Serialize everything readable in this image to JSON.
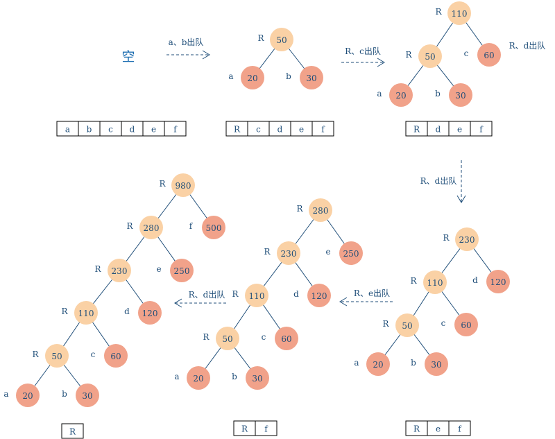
{
  "colors": {
    "internal_node": "#fad1a5",
    "leaf_node": "#f1a28a",
    "edge": "#1f4e79",
    "text": "#1f4e79",
    "empty_text": "#1f6fb2",
    "queue_border": "#000000"
  },
  "empty_label": "空",
  "trees": [
    {
      "id": "t1",
      "nodes": [
        {
          "id": "n1",
          "value": "50",
          "label": "R",
          "kind": "internal"
        },
        {
          "id": "n2",
          "value": "20",
          "label": "a",
          "kind": "leaf",
          "parent": "n1"
        },
        {
          "id": "n3",
          "value": "30",
          "label": "b",
          "kind": "leaf",
          "parent": "n1"
        }
      ],
      "queue": [
        "R",
        "c",
        "d",
        "e",
        "f"
      ]
    },
    {
      "id": "t2",
      "nodes": [
        {
          "id": "n1",
          "value": "110",
          "label": "R",
          "kind": "internal"
        },
        {
          "id": "n2",
          "value": "50",
          "label": "R",
          "kind": "internal",
          "parent": "n1"
        },
        {
          "id": "n3",
          "value": "60",
          "label": "c",
          "kind": "leaf",
          "parent": "n1"
        },
        {
          "id": "n4",
          "value": "20",
          "label": "a",
          "kind": "leaf",
          "parent": "n2"
        },
        {
          "id": "n5",
          "value": "30",
          "label": "b",
          "kind": "leaf",
          "parent": "n2"
        }
      ],
      "queue": [
        "R",
        "d",
        "e",
        "f"
      ]
    },
    {
      "id": "t3",
      "nodes": [
        {
          "id": "n1",
          "value": "230",
          "label": "R",
          "kind": "internal"
        },
        {
          "id": "n2",
          "value": "110",
          "label": "R",
          "kind": "internal",
          "parent": "n1"
        },
        {
          "id": "n3",
          "value": "120",
          "label": "d",
          "kind": "leaf",
          "parent": "n1"
        },
        {
          "id": "n4",
          "value": "50",
          "label": "R",
          "kind": "internal",
          "parent": "n2"
        },
        {
          "id": "n5",
          "value": "60",
          "label": "c",
          "kind": "leaf",
          "parent": "n2"
        },
        {
          "id": "n6",
          "value": "20",
          "label": "a",
          "kind": "leaf",
          "parent": "n4"
        },
        {
          "id": "n7",
          "value": "30",
          "label": "b",
          "kind": "leaf",
          "parent": "n4"
        }
      ],
      "queue": [
        "R",
        "e",
        "f"
      ]
    },
    {
      "id": "t4",
      "nodes": [
        {
          "id": "n1",
          "value": "280",
          "label": "R",
          "kind": "internal"
        },
        {
          "id": "n2",
          "value": "230",
          "label": "R",
          "kind": "internal",
          "parent": "n1"
        },
        {
          "id": "n3",
          "value": "250",
          "label": "e",
          "kind": "leaf",
          "parent": "n1"
        },
        {
          "id": "n4",
          "value": "110",
          "label": "R",
          "kind": "internal",
          "parent": "n2"
        },
        {
          "id": "n5",
          "value": "120",
          "label": "d",
          "kind": "leaf",
          "parent": "n2"
        },
        {
          "id": "n6",
          "value": "50",
          "label": "R",
          "kind": "internal",
          "parent": "n4"
        },
        {
          "id": "n7",
          "value": "60",
          "label": "c",
          "kind": "leaf",
          "parent": "n4"
        },
        {
          "id": "n8",
          "value": "20",
          "label": "a",
          "kind": "leaf",
          "parent": "n6"
        },
        {
          "id": "n9",
          "value": "30",
          "label": "b",
          "kind": "leaf",
          "parent": "n6"
        }
      ],
      "queue": [
        "R",
        "f"
      ]
    },
    {
      "id": "t5",
      "nodes": [
        {
          "id": "n1",
          "value": "980",
          "label": "R",
          "kind": "internal"
        },
        {
          "id": "n2",
          "value": "280",
          "label": "R",
          "kind": "internal",
          "parent": "n1"
        },
        {
          "id": "n3",
          "value": "500",
          "label": "f",
          "kind": "leaf",
          "parent": "n1"
        },
        {
          "id": "n4",
          "value": "230",
          "label": "R",
          "kind": "internal",
          "parent": "n2"
        },
        {
          "id": "n5",
          "value": "250",
          "label": "e",
          "kind": "leaf",
          "parent": "n2"
        },
        {
          "id": "n6",
          "value": "110",
          "label": "R",
          "kind": "internal",
          "parent": "n4"
        },
        {
          "id": "n7",
          "value": "120",
          "label": "d",
          "kind": "leaf",
          "parent": "n4"
        },
        {
          "id": "n8",
          "value": "50",
          "label": "R",
          "kind": "internal",
          "parent": "n6"
        },
        {
          "id": "n9",
          "value": "60",
          "label": "c",
          "kind": "leaf",
          "parent": "n6"
        },
        {
          "id": "n10",
          "value": "20",
          "label": "a",
          "kind": "leaf",
          "parent": "n8"
        },
        {
          "id": "n11",
          "value": "30",
          "label": "b",
          "kind": "leaf",
          "parent": "n8"
        }
      ],
      "queue": [
        "R"
      ]
    }
  ],
  "initial_queue": [
    "a",
    "b",
    "c",
    "d",
    "e",
    "f"
  ],
  "steps": [
    {
      "id": "s1",
      "label": "a、b出队"
    },
    {
      "id": "s2",
      "label": "R、c出队"
    },
    {
      "id": "s2b",
      "label": "R、d出队"
    },
    {
      "id": "s3",
      "label": "R、d出队"
    },
    {
      "id": "s4",
      "label": "R、e出队"
    },
    {
      "id": "s5",
      "label": "R、d出队"
    }
  ]
}
